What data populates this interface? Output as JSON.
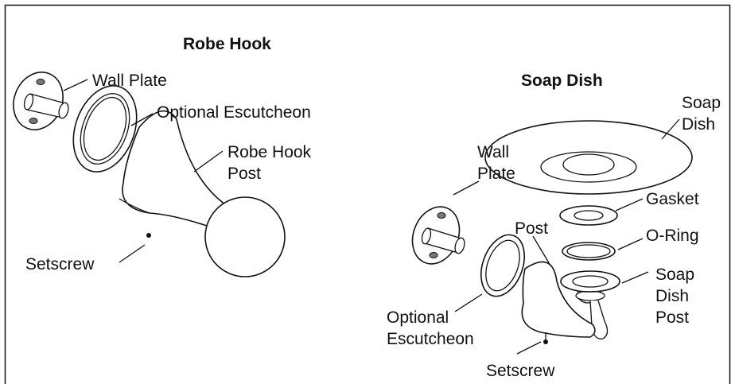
{
  "robe_hook": {
    "title": "Robe Hook",
    "labels": {
      "wall_plate": "Wall Plate",
      "optional_escutcheon": "Optional Escutcheon",
      "robe_hook_post_1": "Robe Hook",
      "robe_hook_post_2": "Post",
      "setscrew": "Setscrew"
    }
  },
  "soap_dish": {
    "title": "Soap Dish",
    "labels": {
      "soap_dish_1": "Soap",
      "soap_dish_2": "Dish",
      "wall_plate_1": "Wall",
      "wall_plate_2": "Plate",
      "gasket": "Gasket",
      "post": "Post",
      "o_ring": "O-Ring",
      "soap_dish_post_1": "Soap",
      "soap_dish_post_2": "Dish",
      "soap_dish_post_3": "Post",
      "optional_escutcheon_1": "Optional",
      "optional_escutcheon_2": "Escutcheon",
      "setscrew": "Setscrew"
    }
  }
}
